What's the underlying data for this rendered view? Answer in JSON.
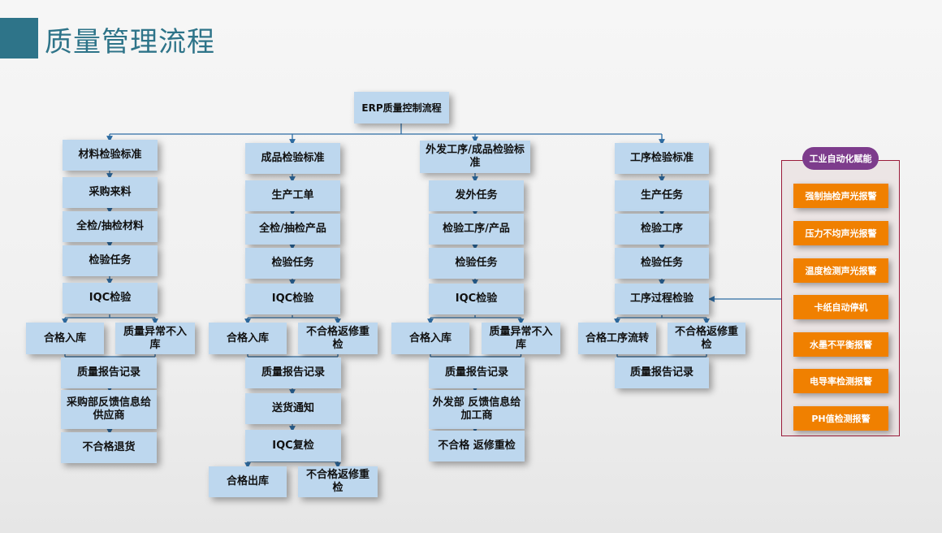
{
  "title": "质量管理流程",
  "root": "ERP质量控制流程",
  "columns": [
    {
      "steps": [
        "材料检验标准",
        "采购来料",
        "全检/抽检材料",
        "检验任务",
        "IQC检验"
      ],
      "split": [
        "合格入库",
        "质量异常不入库"
      ],
      "after": [
        "质量报告记录",
        "采购部反馈信息给供应商",
        "不合格退货"
      ]
    },
    {
      "steps": [
        "成品检验标准",
        "生产工单",
        "全检/抽检产品",
        "检验任务",
        "IQC检验"
      ],
      "split": [
        "合格入库",
        "不合格返修重检"
      ],
      "after": [
        "质量报告记录",
        "送货通知",
        "IQC复检"
      ],
      "split2": [
        "合格出库",
        "不合格返修重检"
      ]
    },
    {
      "steps": [
        "外发工序/成品检验标准",
        "发外任务",
        "检验工序/产品",
        "检验任务",
        "IQC检验"
      ],
      "split": [
        "合格入库",
        "质量异常不入库"
      ],
      "after": [
        "质量报告记录",
        "外发部 反馈信息给加工商",
        "不合格 返修重检"
      ]
    },
    {
      "steps": [
        "工序检验标准",
        "生产任务",
        "检验工序",
        "检验任务",
        "工序过程检验"
      ],
      "split": [
        "合格工序流转",
        "不合格返修重检"
      ],
      "after": [
        "质量报告记录"
      ]
    }
  ],
  "automation": {
    "label": "工业自动化赋能",
    "items": [
      "强制抽检声光报警",
      "压力不均声光报警",
      "温度检测声光报警",
      "卡纸自动停机",
      "水墨不平衡报警",
      "电导率检测报警",
      "PH值检测报警"
    ]
  },
  "colors": {
    "accent": "#2e7489",
    "box": "#bdd7ee",
    "orange": "#f08000",
    "purple": "#7d3c8c",
    "panel_border": "#9b1b3a",
    "line": "#2e6da4"
  }
}
